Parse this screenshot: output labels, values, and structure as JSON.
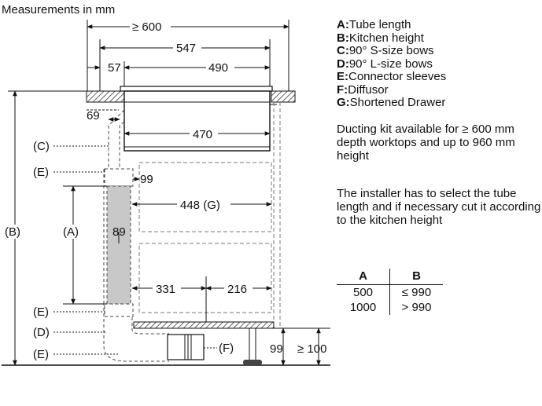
{
  "title": "Measurements in mm",
  "dimensions": {
    "width_min": "≥ 600",
    "width_547": "547",
    "offset_57": "57",
    "width_490": "490",
    "offset_69": "69",
    "width_470": "470",
    "gap_99_top": "99",
    "drawer_448": "448 (G)",
    "height_89": "89",
    "width_331": "331",
    "width_216": "216",
    "plinth_99": "99",
    "plinth_min_100": "≥ 100",
    "label_A": "(A)",
    "label_B": "(B)",
    "label_C": "(C)",
    "label_D": "(D)",
    "label_E1": "(E)",
    "label_E2": "(E)",
    "label_E3": "(E)",
    "label_F": "(F)"
  },
  "legend": [
    {
      "key": "A:",
      "text": "Tube length"
    },
    {
      "key": "B:",
      "text": "Kitchen height"
    },
    {
      "key": "C:",
      "text": "90° S-size bows"
    },
    {
      "key": "D:",
      "text": "90° L-size bows"
    },
    {
      "key": "E:",
      "text": "Connector sleeves"
    },
    {
      "key": "F:",
      "text": "Diffusor"
    },
    {
      "key": "G:",
      "text": "Shortened Drawer"
    }
  ],
  "notes": {
    "ducting_kit": "Ducting kit available for ≥ 600 mm depth worktops and up to 960 mm height",
    "installer": "The installer has to select the tube length and if necessary cut it according to the kitchen height"
  },
  "table": {
    "headers": [
      "A",
      "B"
    ],
    "rows": [
      [
        "500",
        "≤ 990"
      ],
      [
        "1000",
        "> 990"
      ]
    ]
  }
}
